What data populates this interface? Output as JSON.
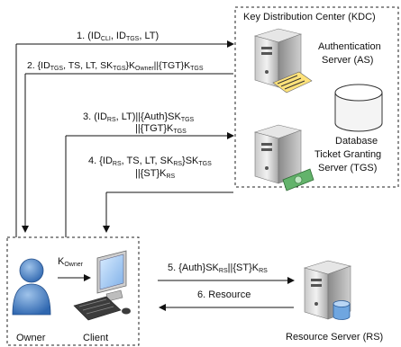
{
  "kdc": {
    "title": "Key Distribution Center (KDC)",
    "as_label_line1": "Authentication",
    "as_label_line2": "Server (AS)",
    "db_label": "Database",
    "tgs_label_line1": "Ticket Granting",
    "tgs_label_line2": "Server (TGS)"
  },
  "client_box": {
    "owner_label": "Owner",
    "client_label": "Client",
    "kowner_main": "K",
    "kowner_sub": "Owner"
  },
  "rs": {
    "label": "Resource Server (RS)"
  },
  "messages": {
    "m1": {
      "num": "1. (ID",
      "sub1": "CLI",
      "mid": ", ID",
      "sub2": "TGS",
      "end": ", LT)"
    },
    "m2": {
      "a": "2. {ID",
      "a_sub": "TGS",
      "b": ", TS, LT, SK",
      "b_sub": "TGS",
      "c": "}K",
      "c_sub": "Owner",
      "d": "||{TGT}K",
      "d_sub": "TGS"
    },
    "m3": {
      "line1_a": "3. (ID",
      "line1_sub1": "RS",
      "line1_b": ", LT)||{Auth}SK",
      "line1_sub2": "TGS",
      "line2_a": "||{TGT}K",
      "line2_sub": "TGS"
    },
    "m4": {
      "line1_a": "4. {ID",
      "line1_sub1": "RS",
      "line1_b": ", TS, LT, SK",
      "line1_sub2": "RS",
      "line1_c": "}SK",
      "line1_sub3": "TGS",
      "line2_a": "||{ST}K",
      "line2_sub": "RS"
    },
    "m5": {
      "a": "5. {Auth}SK",
      "a_sub": "RS",
      "b": "||{ST}K",
      "b_sub": "RS"
    },
    "m6": {
      "text": "6. Resource"
    }
  }
}
